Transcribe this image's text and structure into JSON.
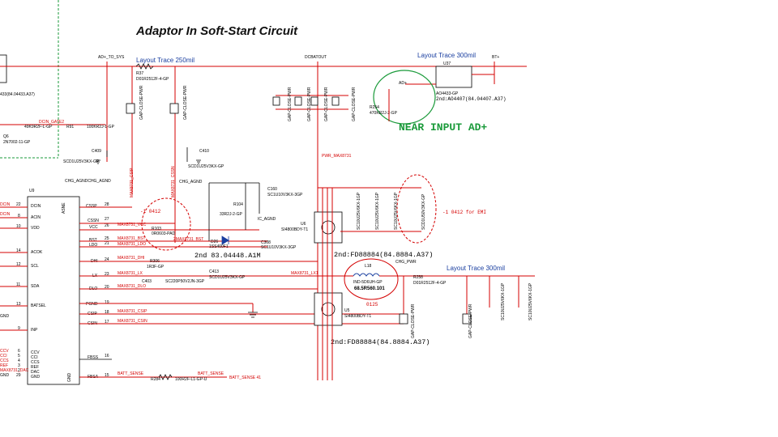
{
  "colors": {
    "wire": "#d40000",
    "component": "#000000",
    "trace_note": "#1a3fa0",
    "annotation": "#1a9a3a"
  },
  "title": "Adaptor In Soft-Start Circuit",
  "trace_notes": [
    "Layout Trace 250mil",
    "Layout Trace 300mil",
    "Layout Trace 300mil"
  ],
  "near_input": "NEAR INPUT AD+",
  "nets": {
    "ad_to_sys": "AD+_TO_SYS",
    "dcbatout": "DCBATOUT",
    "bt": "BT+",
    "ad": "AD+",
    "pwr_max8731": "PWR_MAX8731",
    "chg_pwr": "CHG_PWR",
    "chg_agnd": "CHG_AGND",
    "chg_agnd2": "CHG_AGNDCHG_AGND",
    "ic_agnd": "IC_AGND",
    "dcin_gate2": "DCIN_GATE2",
    "batt_sense": "BATT_SENSE",
    "batt_sense_41": "BATT_SENSE 41",
    "max_csip": "MAX8731_CSIP",
    "max_cssn": "MAX8731_CSSN",
    "max_vcc": "MAX8731_VCC",
    "max_bst": "MAX8731_BST",
    "max_ldo": "MAX8731_LDO",
    "max_dhi": "MAX8731_DHI",
    "max_lx": "MAX8731_LX",
    "max_dlo": "MAX8731_DLO",
    "max_lx1": "MAX8731_LX1",
    "max_bst2": "2MAX8731_BST",
    "max_csip2": "MAX8731_CSIP",
    "max_csin2": "MAX8731_CSIN",
    "max_csip_v": "MAX8731_CSIP",
    "max_cssn_v": "MAX8731_CSSN"
  },
  "notes": {
    "left_0412": "-1  0412",
    "right_0412": "-1  0412 for EMI",
    "d_2nd": "2nd  83.04448.A1M",
    "u6_2nd": "2nd:FD88884(84.8884.A37)",
    "u5_2nd": "2nd:FD88884(84.8884.A37)",
    "u37_2nd": "2nd:AO4407(84.04407.A37)",
    "left_2nd": "433(84.04433.A37)",
    "n0125": "0125"
  },
  "ic_u9": {
    "ref": "U9",
    "left_pins": [
      {
        "name": "DCIN",
        "num": "22"
      },
      {
        "name": "ACIN",
        "num": "8"
      },
      {
        "name": "VDD",
        "num": "10"
      },
      {
        "name": "ACOK",
        "num": "14"
      },
      {
        "name": "SCL",
        "num": "12"
      },
      {
        "name": "SDA",
        "num": "11"
      },
      {
        "name": "BATSEL",
        "num": "13"
      },
      {
        "name": "INP",
        "num": "9"
      },
      {
        "name": "CCV",
        "num": "6"
      },
      {
        "name": "CCI",
        "num": "5"
      },
      {
        "name": "CCS",
        "num": "4"
      },
      {
        "name": "REF",
        "num": "3"
      },
      {
        "name": "DAC",
        "num": "2"
      },
      {
        "name": "GND",
        "num": "29"
      }
    ],
    "right_pins": [
      {
        "name": "CSSP",
        "num": "28"
      },
      {
        "name": "CSSN",
        "num": "27"
      },
      {
        "name": "VCC",
        "num": "26"
      },
      {
        "name": "BST",
        "num": "25"
      },
      {
        "name": "LDO",
        "num": "21"
      },
      {
        "name": "DHI",
        "num": "24"
      },
      {
        "name": "LX",
        "num": "23"
      },
      {
        "name": "DLO",
        "num": "20"
      },
      {
        "name": "PGND",
        "num": "19"
      },
      {
        "name": "CSIP",
        "num": "18"
      },
      {
        "name": "CSIN",
        "num": "17"
      },
      {
        "name": "FBSS",
        "num": "16"
      },
      {
        "name": "FBSA",
        "num": "15"
      }
    ],
    "bottom": [
      "ASNE",
      "GND"
    ]
  },
  "left_labels": [
    "DCIN",
    "DCIN",
    "GND",
    "CCV",
    "CCI",
    "CCS",
    "REF",
    "MAX8731_DAC",
    "GND"
  ],
  "parts": {
    "r37": {
      "ref": "R37",
      "val": "D01R2512F-4-GP"
    },
    "r258": {
      "ref": "R258",
      "val": "D01R2512F-4-GP"
    },
    "r254": {
      "ref": "R254",
      "val": "470KR2J-2-GP"
    },
    "r91": {
      "ref": "R91",
      "val": "100KR2J-1-GP"
    },
    "r_left": {
      "ref": "",
      "val": "49K9R2F-L-GP"
    },
    "r104": {
      "ref": "R104",
      "val": "33R2J-2-GP"
    },
    "r103": {
      "ref": "R103",
      "val": "0R0603-PAD"
    },
    "r306": {
      "ref": "R306",
      "val": "1R3F-GP"
    },
    "r284": {
      "ref": "R284",
      "val": "100R2F-L1-GP-U"
    },
    "q6": {
      "ref": "Q6",
      "val": "2N7002-11-GP"
    },
    "c409": {
      "ref": "C409",
      "val": "SCD1U25V3KX-GP"
    },
    "c410": {
      "ref": "C410",
      "val": "SCD1U25V3KX-GP"
    },
    "c160": {
      "ref": "C160",
      "val": "SC1U10V3KX-3GP"
    },
    "c308": {
      "ref": "C308",
      "val": "SC1U10V3KX-3GP"
    },
    "c403": {
      "ref": "C403",
      "val": "SC220P50V2JN-3GP"
    },
    "c413": {
      "ref": "C413",
      "val": "SCD1U25V3KX-GP"
    },
    "d26": {
      "ref": "D26",
      "val": "1SS400F1"
    },
    "u6": {
      "ref": "U6",
      "val": "SI4800BDY-T1"
    },
    "u5": {
      "ref": "U5",
      "val": "SI4800BDY-T1"
    },
    "u37": {
      "ref": "U37",
      "val": "AO4433-GP"
    },
    "l18": {
      "ref": "L18",
      "val": "IND-5D6UH-GP"
    },
    "l18pn": "68.5R560.101",
    "gap_close": "GAP-CLOSE-PWR",
    "cap_bank_top": [
      "GAP-CLOSE-PWR",
      "GAP-CLOSE-PWR",
      "GAP-CLOSE-PWR",
      "GAP-CLOSE-PWR"
    ],
    "cap_bank_mid": [
      "SC10U25V6KX-1GP",
      "SC10U25V6KX-1GP",
      "SC10U25V6KX-1GP",
      "SCD1U50V3KX-GP"
    ],
    "cap_bank_right": [
      "SC10U25V6KX-1GP",
      "SC10U25V6KX-1GP"
    ]
  }
}
